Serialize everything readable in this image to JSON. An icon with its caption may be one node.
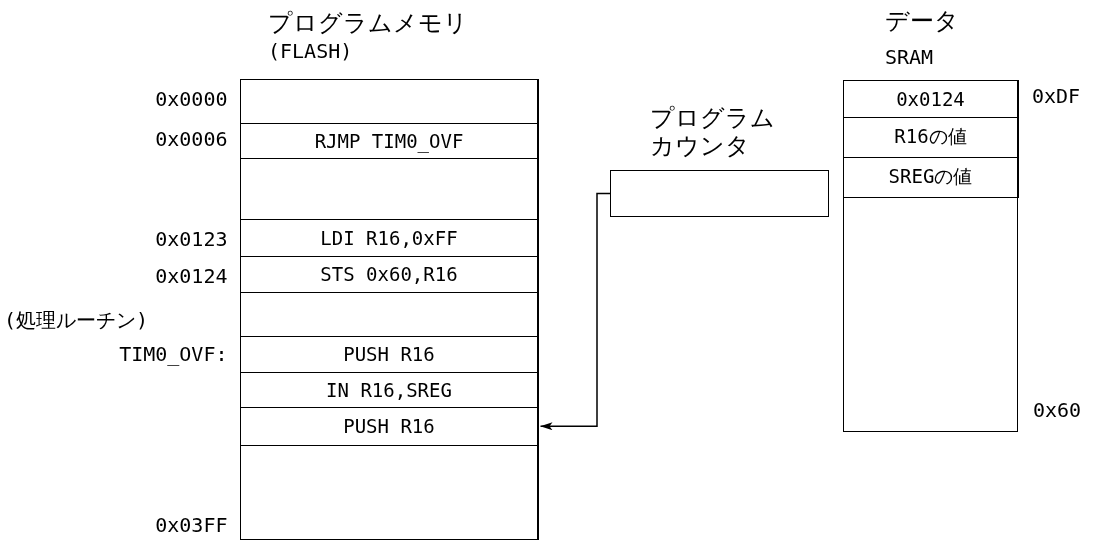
{
  "diagram": {
    "nodes": [
      {
        "text": [
          "プログラムメモリ",
          "(FLASH)"
        ]
      },
      {
        "text": [],
        "shape": "box",
        "in": 0,
        "beside": [
          "0x0000"
        ]
      },
      {
        "text": [
          "RJMP TIM0_OVF"
        ],
        "in": 0,
        "beside": [
          "0x0006"
        ]
      },
      {
        "text": [],
        "shape": "box",
        "in": 0
      },
      {
        "text": [
          "LDI R16,0xFF"
        ],
        "in": 0,
        "beside": [
          "0x0123"
        ]
      },
      {
        "text": [
          "STS 0x60,R16"
        ],
        "in": 0,
        "beside": [
          "0x0124"
        ]
      },
      {
        "text": [],
        "shape": "box",
        "in": 0
      },
      {
        "text": [
          "PUSH R16"
        ],
        "in": 0,
        "beside": [
          "TIM0_OVF:"
        ]
      },
      {
        "text": [
          "IN R16,SREG"
        ],
        "in": 0
      },
      {
        "text": [
          "PUSH R16"
        ],
        "in": 0
      },
      {
        "text": [],
        "shape": "box",
        "in": 0,
        "beside": [
          "0x03FF"
        ]
      },
      {
        "text": [
          "データ",
          "SRAM"
        ]
      },
      {
        "text": [
          "0x0124"
        ],
        "in": 11
      },
      {
        "text": [
          "R16の値"
        ],
        "in": 11
      },
      {
        "text": [
          "SREGの値"
        ],
        "in": 11
      },
      {
        "text": [
          "プログラムカウンタ"
        ]
      }
    ],
    "edges": [
      {
        "from": 15,
        "to": 9,
        "arrow": "to"
      }
    ],
    "labels": [
      "0xDF",
      "(処理ルーチン)",
      "0x60"
    ]
  }
}
